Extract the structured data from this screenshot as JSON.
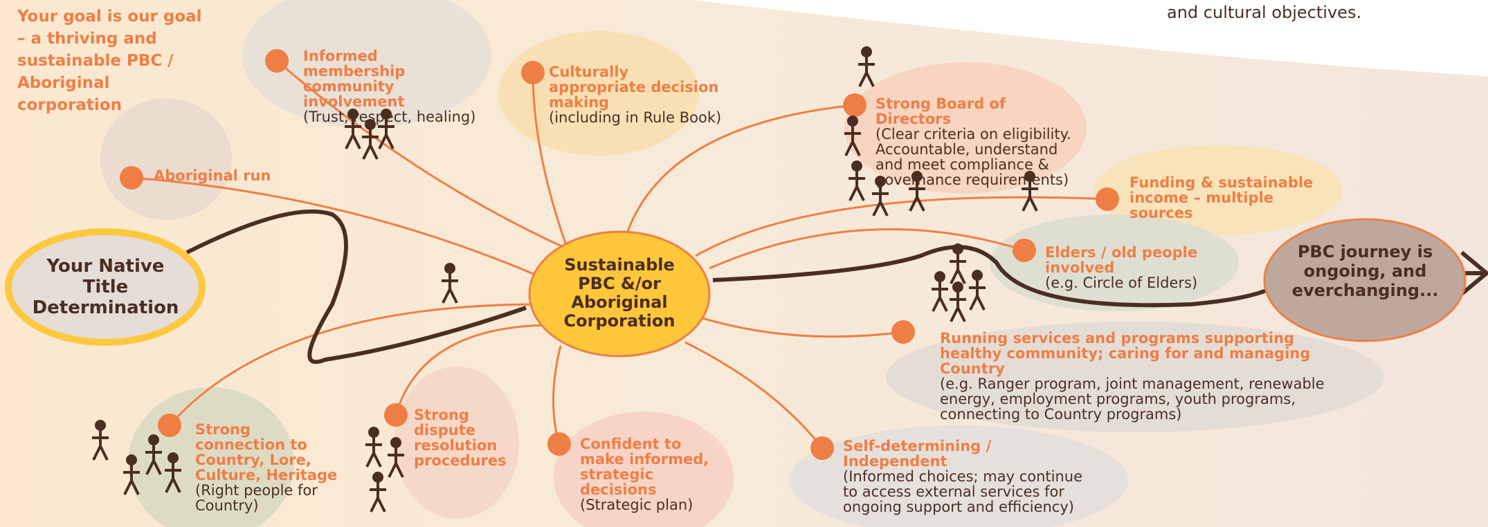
{
  "title": "Your goal is our goal – a thriving and sustainable PBC / Aboriginal corporation",
  "top_right_text": "and cultural objectives.",
  "start_node": "Your Native Title Determination",
  "center_node": "Sustainable PBC &/or Aboriginal Corporation",
  "end_node": "PBC journey is ongoing, and everchanging...",
  "colors": {
    "orange": "#ef7e45",
    "brown": "#4a2e22",
    "center": "#fdc63b",
    "start_ring": "#fcc83f",
    "end_node": "#bea79d"
  },
  "items": {
    "aboriginal_run": {
      "heading": "Aboriginal run",
      "detail": ""
    },
    "membership": {
      "heading": "Informed membership community involvement",
      "detail": "(Trust, respect, healing)"
    },
    "cultural": {
      "heading": "Culturally appropriate decision making",
      "detail": "(including in Rule Book)"
    },
    "board": {
      "heading": "Strong Board of Directors",
      "detail": "(Clear criteria on eligibility. Accountable, understand and meet compliance & governance requirements)"
    },
    "funding": {
      "heading": "Funding & sustainable income – multiple sources",
      "detail": ""
    },
    "elders": {
      "heading": "Elders / old people involved",
      "detail": "(e.g. Circle of Elders)"
    },
    "services": {
      "heading": "Running services and programs supporting healthy community; caring for and managing Country",
      "detail": "(e.g. Ranger program, joint management, renewable energy, employment programs, youth programs, connecting to Country programs)"
    },
    "self_determining": {
      "heading": "Self-determining / Independent",
      "detail": "(Informed choices; may continue to access external services for ongoing support and efficiency)"
    },
    "confident": {
      "heading": "Confident to make informed, strategic decisions",
      "detail": "(Strategic plan)"
    },
    "dispute": {
      "heading": "Strong dispute resolution procedures",
      "detail": ""
    },
    "connection": {
      "heading": "Strong connection to Country, Lore, Culture, Heritage",
      "detail": "(Right people for Country)"
    }
  }
}
